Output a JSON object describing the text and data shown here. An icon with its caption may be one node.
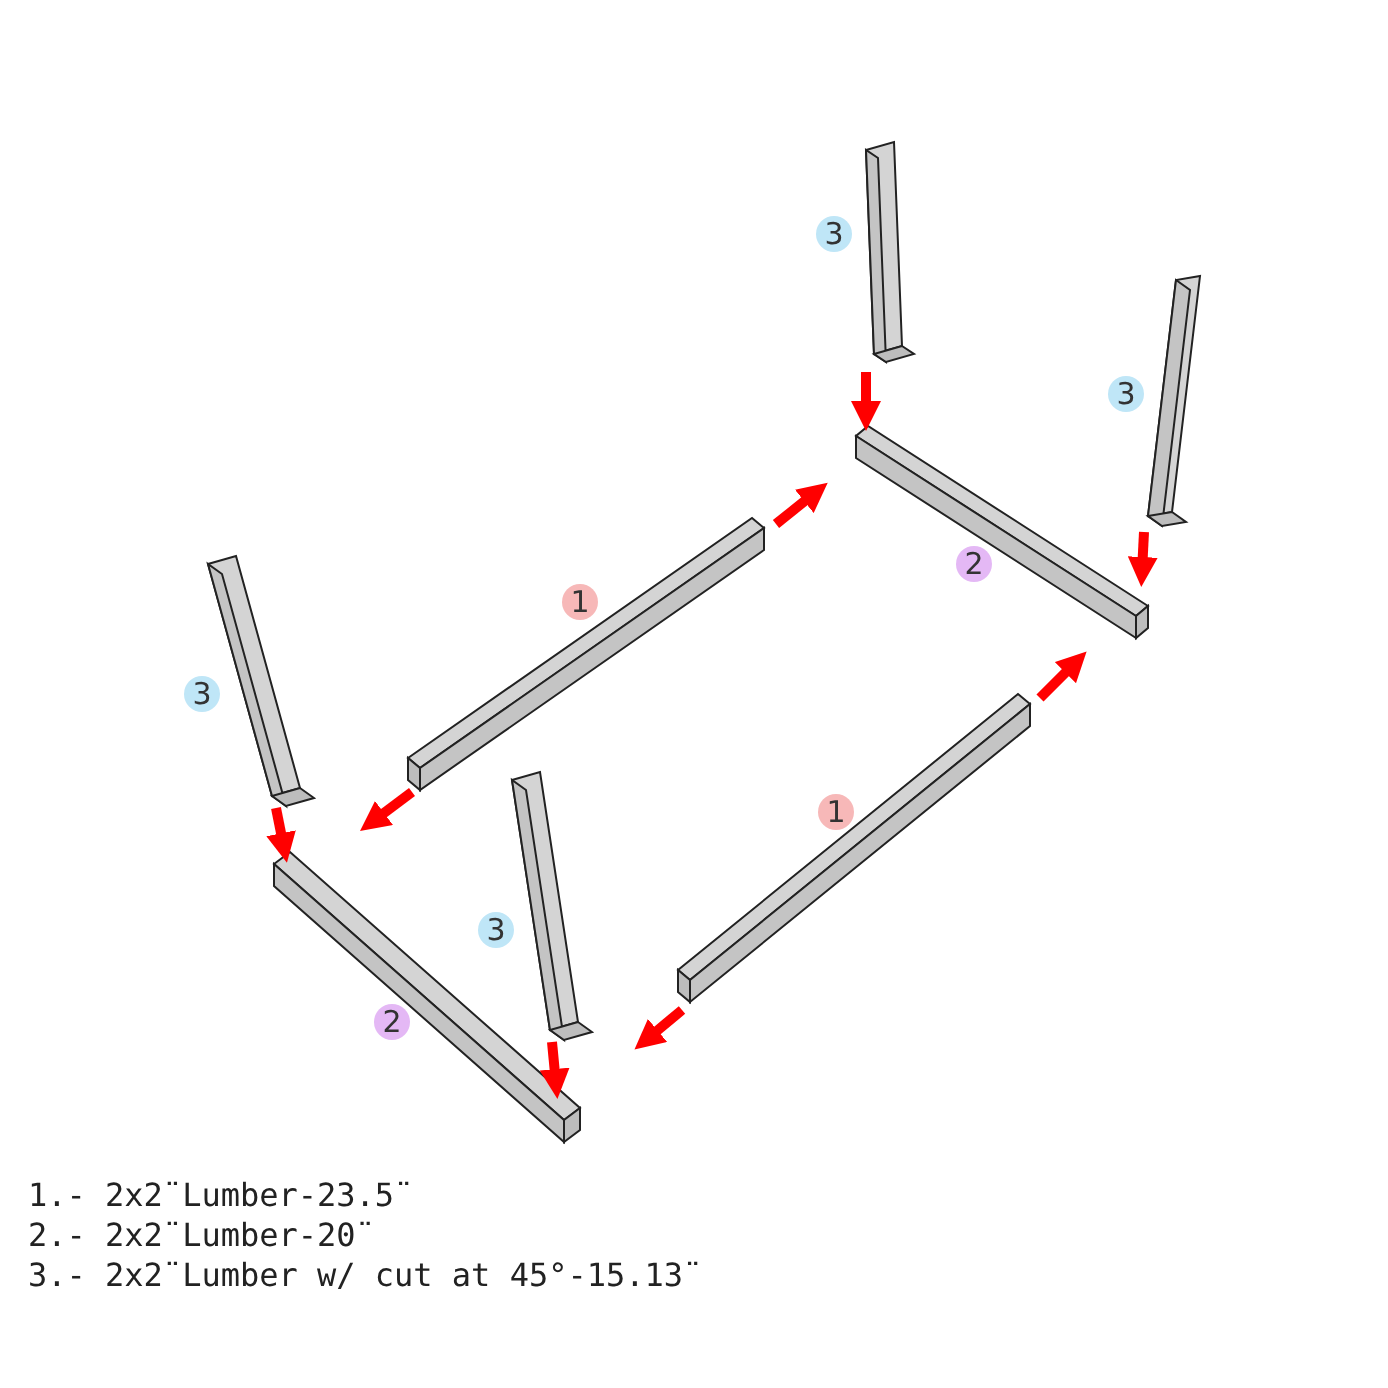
{
  "diagram": {
    "labels": [
      "3",
      "3",
      "2",
      "1",
      "3",
      "1",
      "3",
      "2",
      "1.- 2x2¨Lumber-23.5¨",
      "2.- 2x2¨Lumber-20¨",
      "3.- 2x2¨Lumber w/ cut at 45°-15.13¨"
    ]
  }
}
